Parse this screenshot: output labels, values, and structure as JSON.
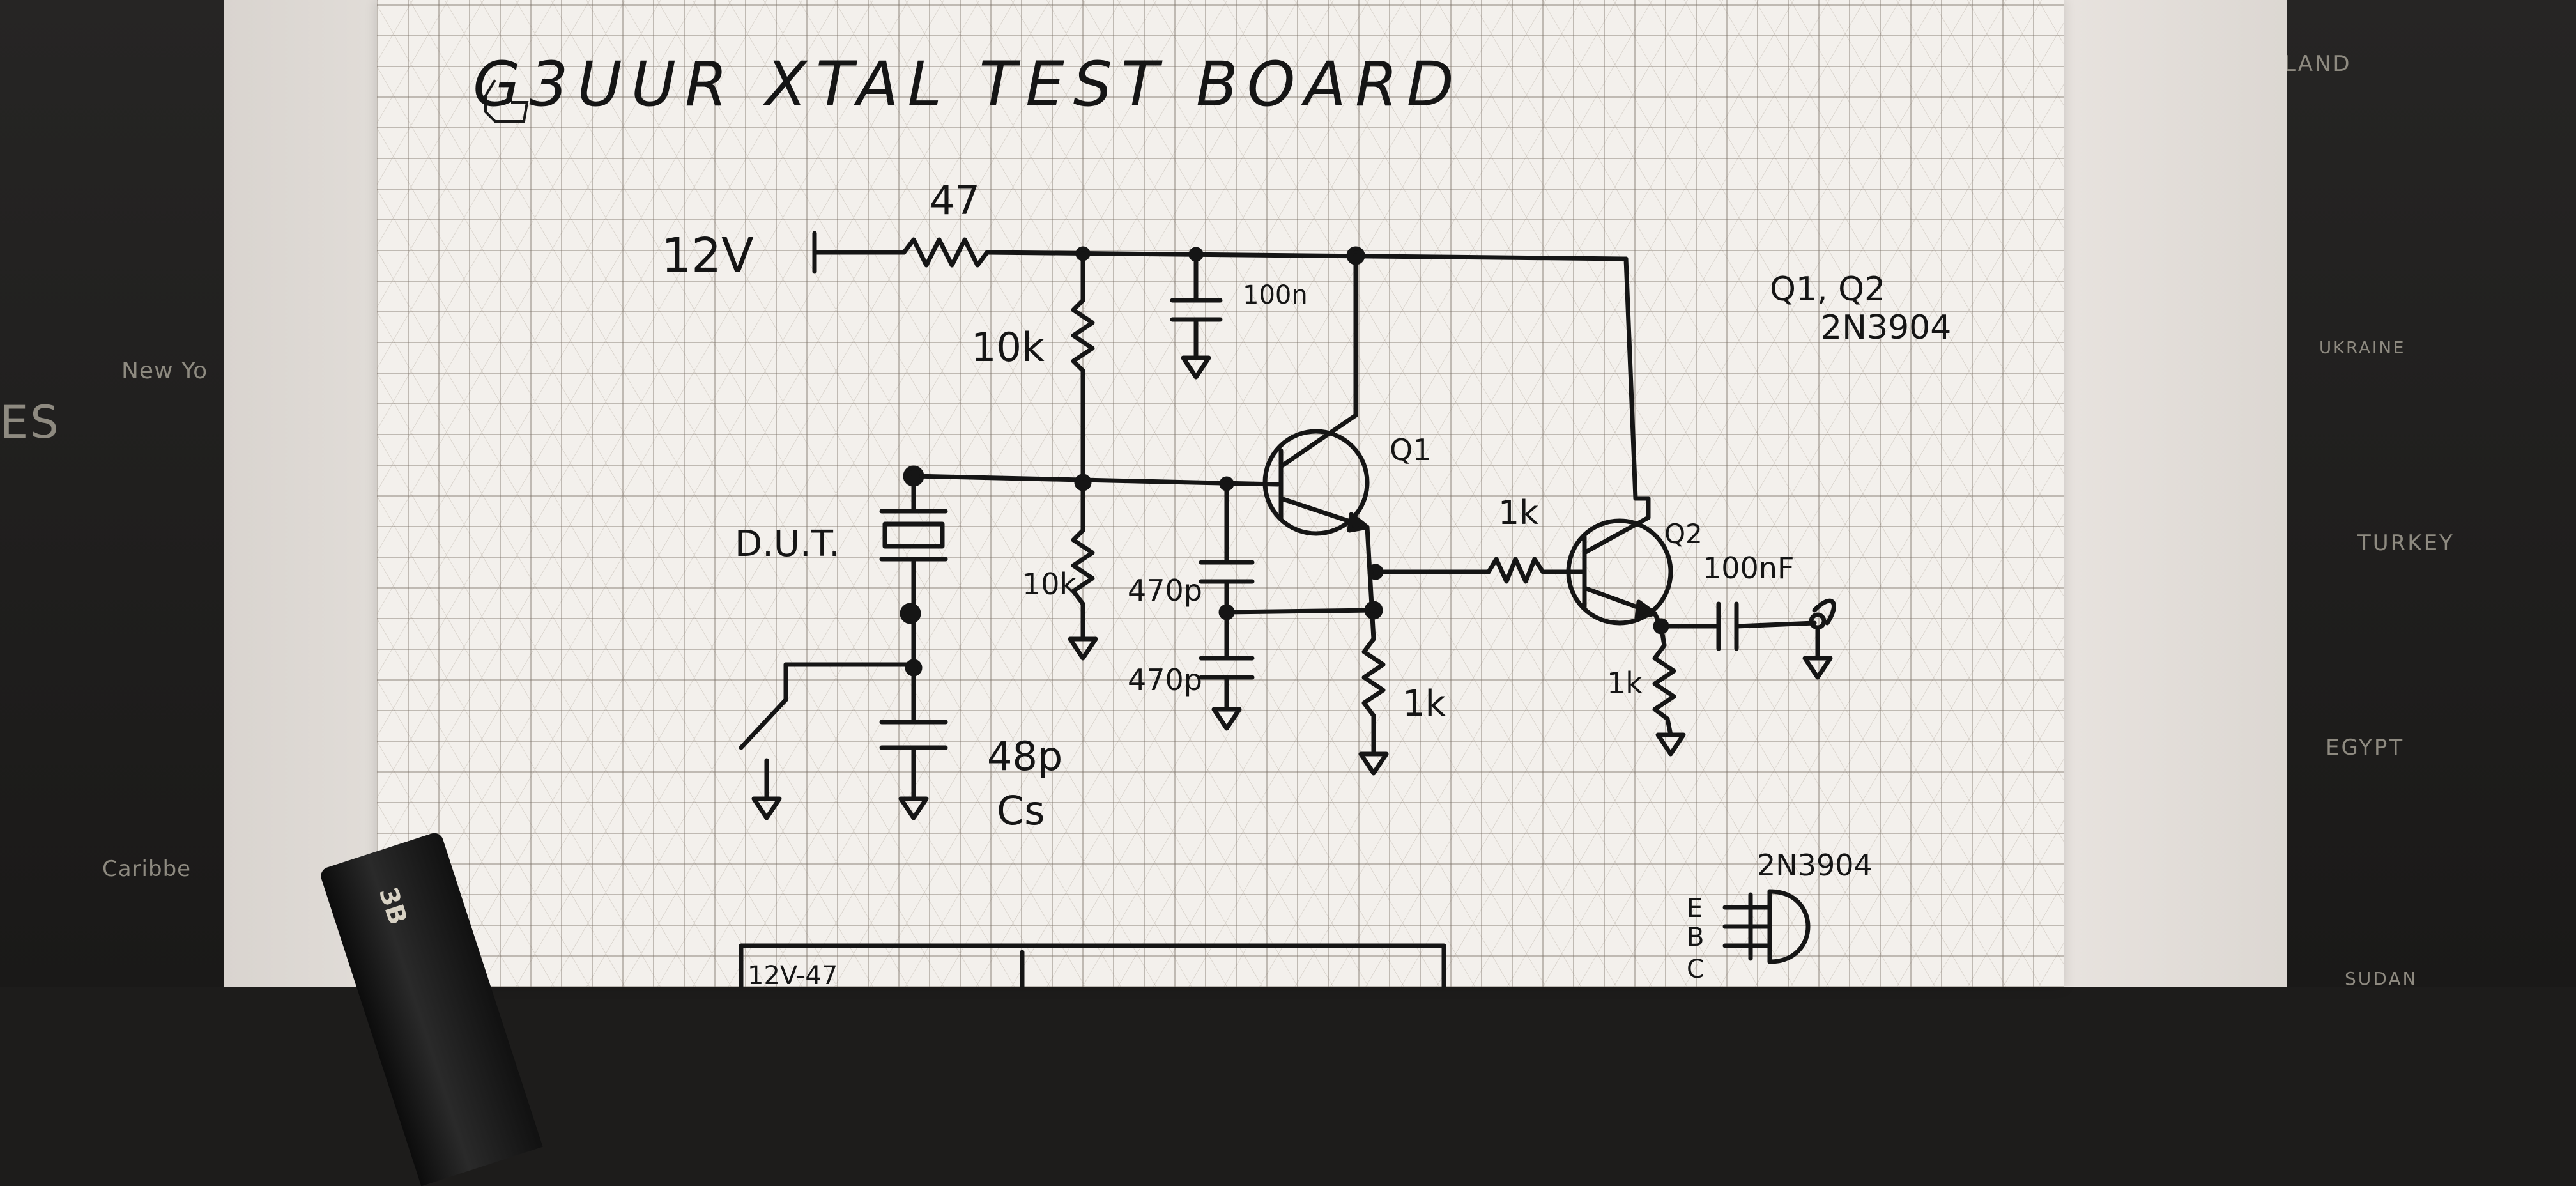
{
  "title": "G3UUR XTAL TEST BOARD",
  "schematic": {
    "supply": "12V",
    "r_series": "47",
    "r_bias_top": "10k",
    "c_decouple": "100n",
    "q1": "Q1",
    "transistors_note_line1": "Q1, Q2",
    "transistors_note_line2": "2N3904",
    "dut": "D.U.T.",
    "r_bias_bottom": "10k",
    "c_feedback_1": "470p",
    "c_feedback_2": "470p",
    "r_emitter_q1": "1k",
    "r_base_q2": "1k",
    "q2": "Q2",
    "c_output": "100nF",
    "r_emitter_q2": "1k",
    "c_series": "48p",
    "c_series_name": "Cs"
  },
  "pinout": {
    "part": "2N3904",
    "pin_e": "E",
    "pin_b": "B",
    "pin_c": "C"
  },
  "bottom_sketch": "12V-47",
  "pencil_label": "3B",
  "background_map": {
    "finland": "FINLAND",
    "ukraine": "UKRAINE",
    "turkey": "TURKEY",
    "egypt": "EGYPT",
    "new_york": "New Yo",
    "states": "ES",
    "caribbean": "Caribbe",
    "sudan": "SUDAN"
  }
}
